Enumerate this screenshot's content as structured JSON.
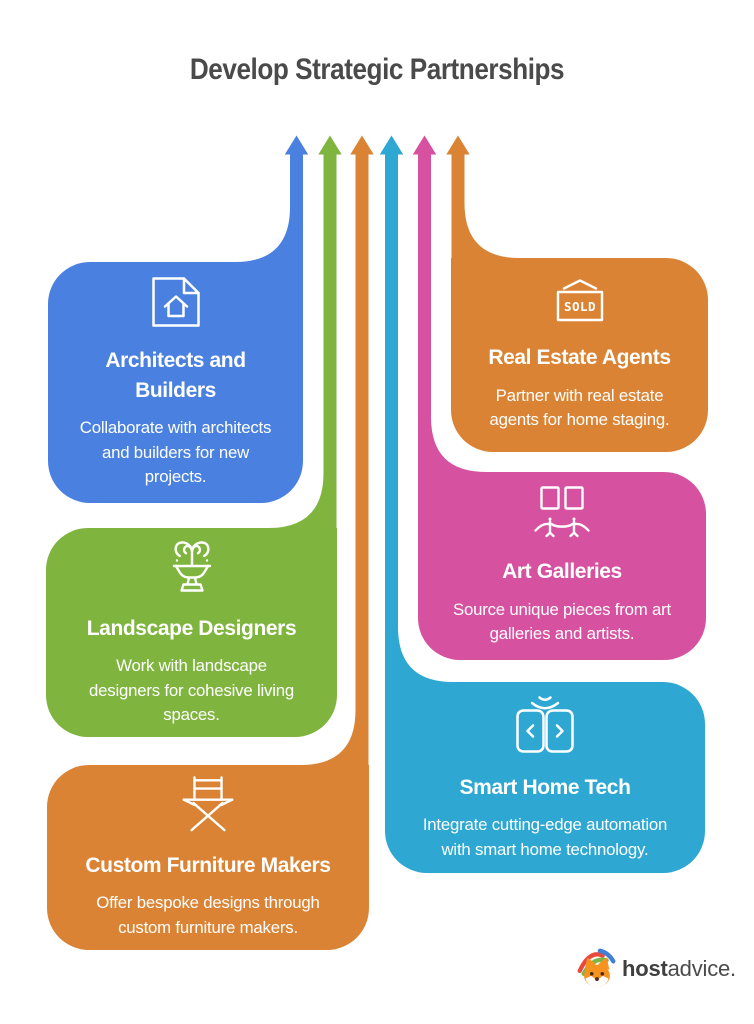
{
  "title": "Develop Strategic Partnerships",
  "cards": [
    {
      "id": "architects",
      "color": "#4A80DF",
      "icon": "blueprint-home-icon",
      "title": "Architects and\nBuilders",
      "desc": "Collaborate with architects\nand builders for new\nprojects."
    },
    {
      "id": "landscape",
      "color": "#7FB53E",
      "icon": "fountain-icon",
      "title": "Landscape Designers",
      "desc": "Work with landscape\ndesigners for cohesive living\nspaces."
    },
    {
      "id": "furniture",
      "color": "#DB8334",
      "icon": "directors-chair-icon",
      "title": "Custom Furniture Makers",
      "desc": "Offer bespoke designs through\ncustom furniture makers."
    },
    {
      "id": "realestate",
      "color": "#DB8334",
      "icon": "sold-sign-icon",
      "title": "Real Estate Agents",
      "desc": "Partner with real estate\nagents for home staging."
    },
    {
      "id": "art",
      "color": "#D6519F",
      "icon": "gallery-frames-icon",
      "title": "Art Galleries",
      "desc": "Source unique pieces from art\ngalleries and artists."
    },
    {
      "id": "smart",
      "color": "#2EA8D2",
      "icon": "smart-home-icon",
      "title": "Smart Home Tech",
      "desc": "Integrate cutting-edge automation\nwith smart home technology."
    }
  ],
  "logo": {
    "host": "host",
    "advice": "advice."
  }
}
